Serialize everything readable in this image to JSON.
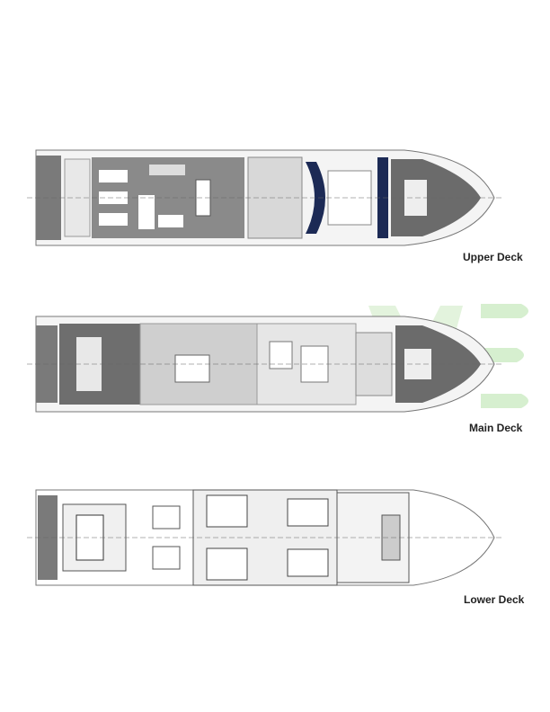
{
  "decks": [
    {
      "name": "Upper Deck"
    },
    {
      "name": "Main Deck"
    },
    {
      "name": "Lower Deck"
    }
  ],
  "colors": {
    "watermark": "#d6efcf",
    "deck_dark": "#6b6b6b",
    "accent_navy": "#1c2a55",
    "teak": "#b9b9b9"
  }
}
